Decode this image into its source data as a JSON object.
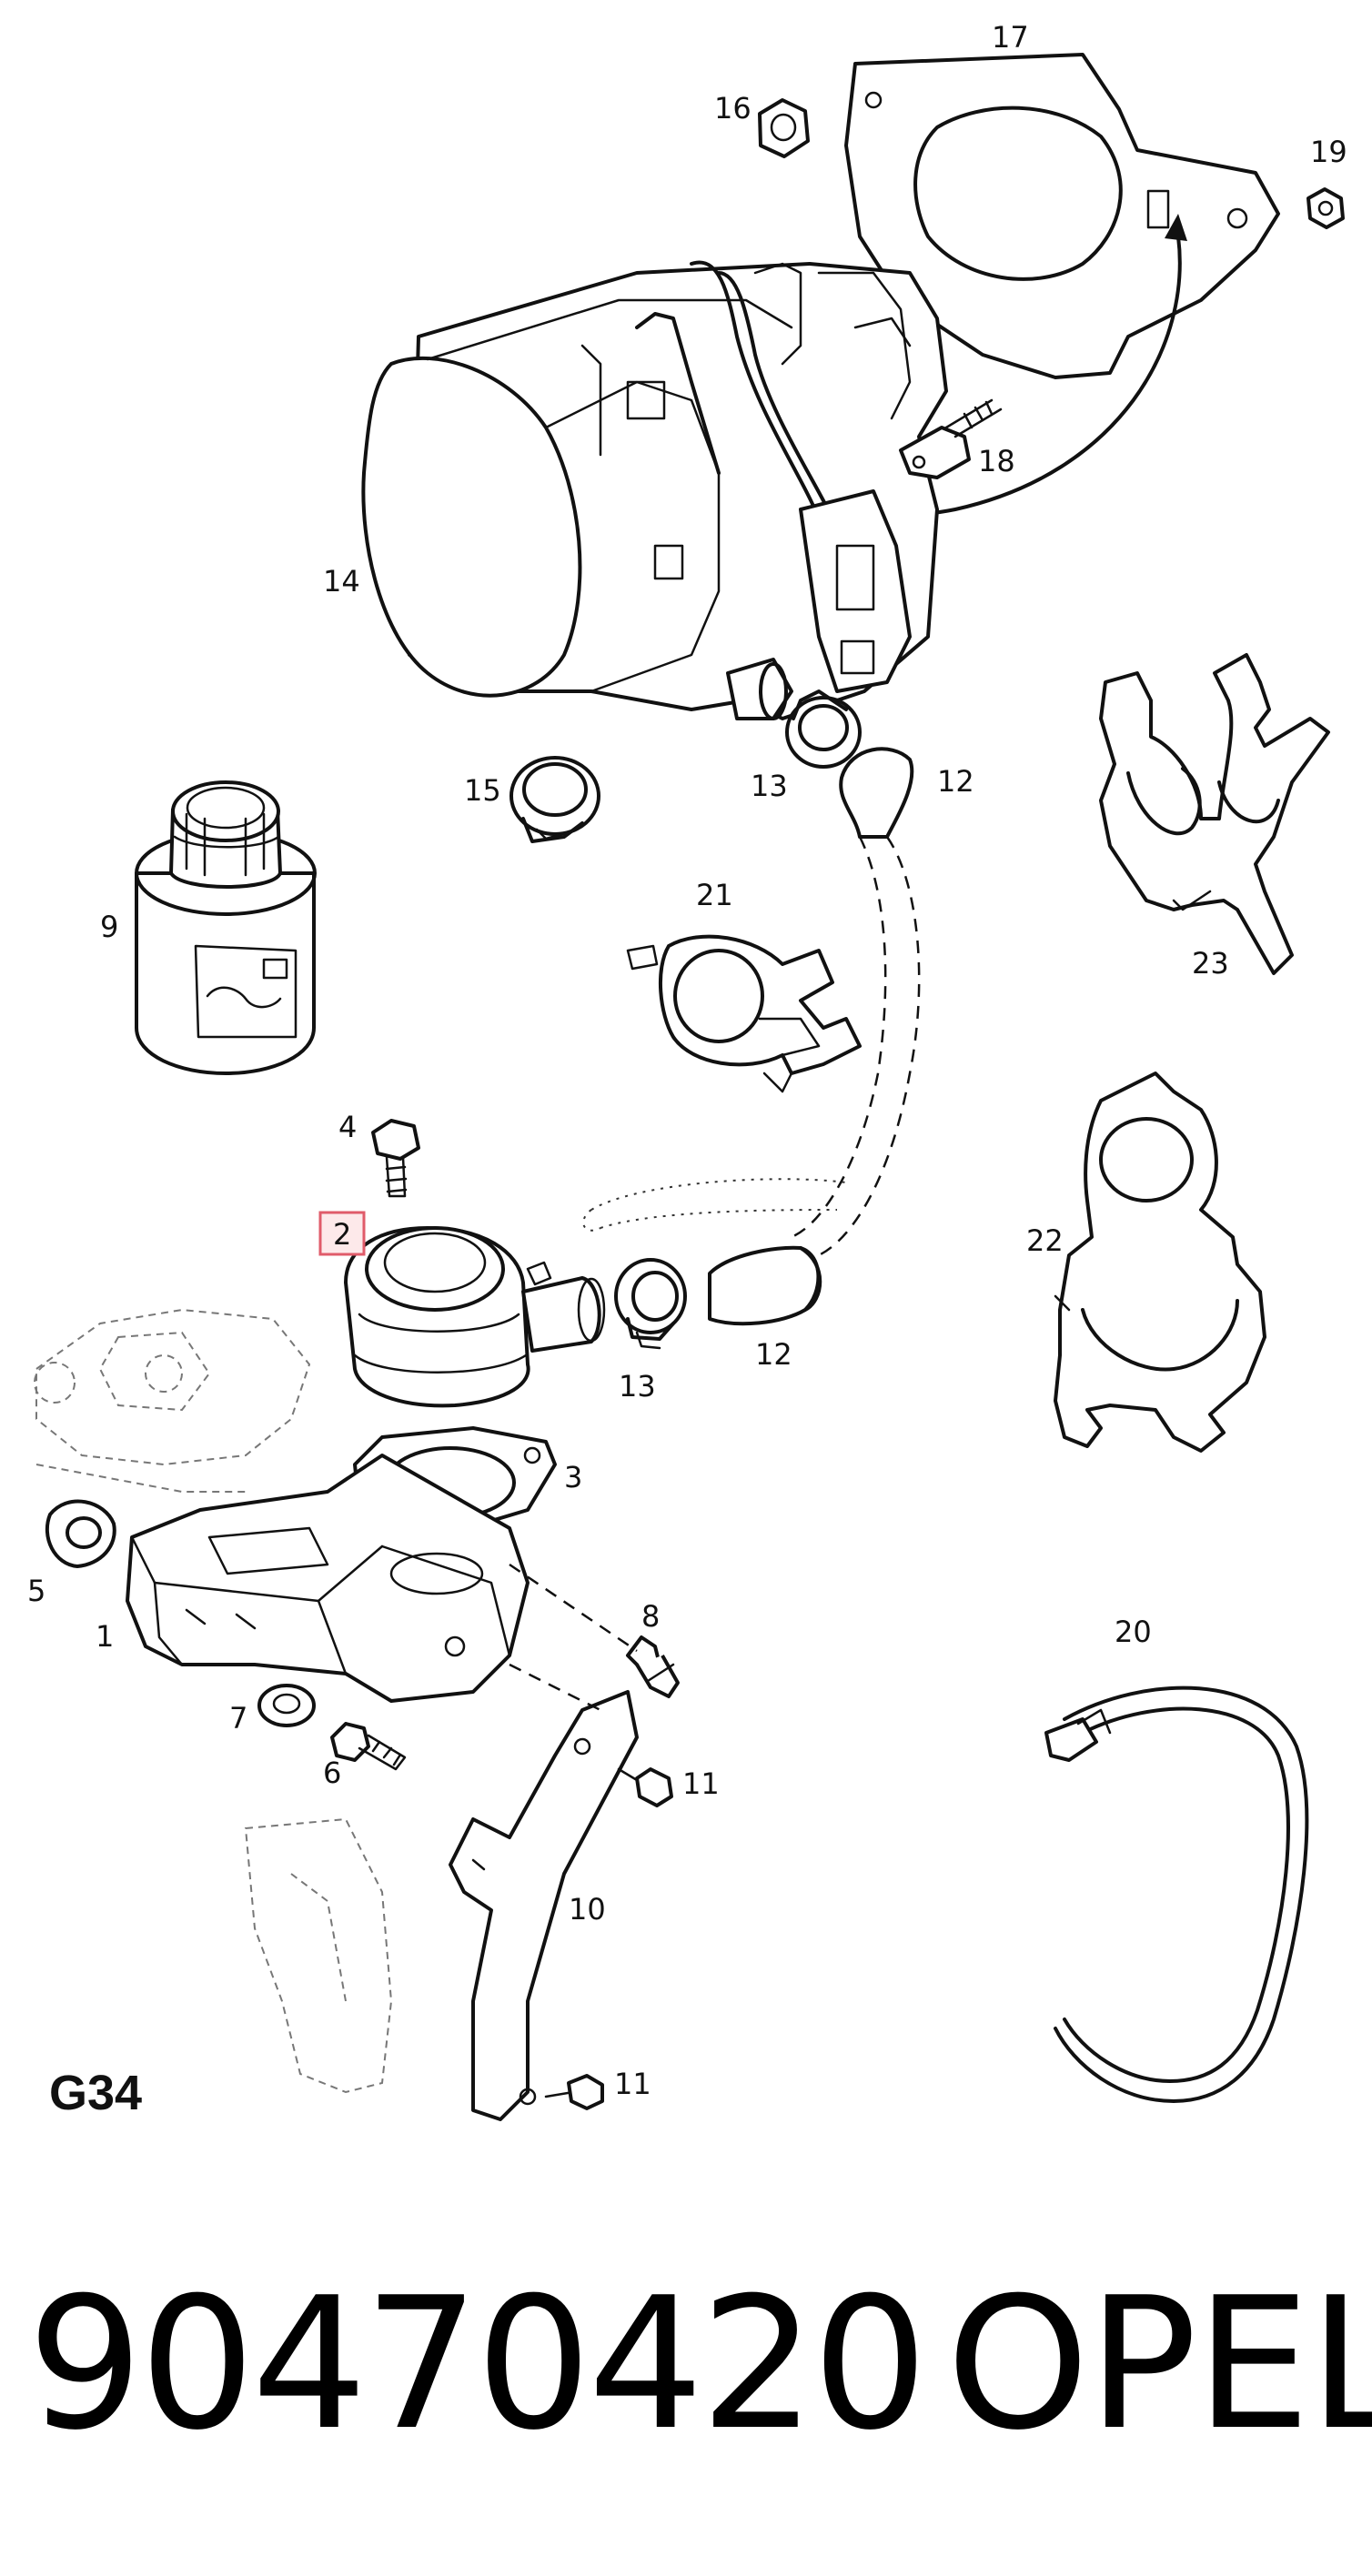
{
  "diagram": {
    "sheet_code": "G34",
    "highlighted_callout": "2",
    "callouts": [
      "1",
      "2",
      "3",
      "4",
      "5",
      "6",
      "7",
      "8",
      "9",
      "10",
      "11",
      "11",
      "12",
      "12",
      "13",
      "13",
      "14",
      "15",
      "16",
      "17",
      "18",
      "19",
      "20",
      "21",
      "22",
      "23"
    ],
    "highlight_color": "#e05b6a"
  },
  "footer": {
    "part_number": "90470420",
    "brand": "OPEL"
  }
}
